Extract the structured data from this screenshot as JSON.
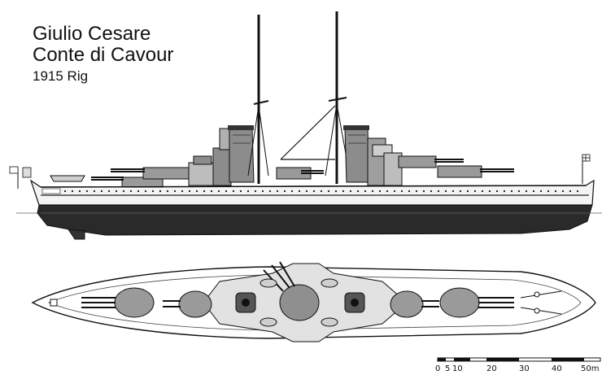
{
  "caption": {
    "line1": "Giulio Cesare",
    "line2": "Conte di Cavour",
    "line3": "1915 Rig"
  },
  "scale_bar": {
    "labels": [
      "0",
      "5",
      "10",
      "20",
      "30",
      "40",
      "50m"
    ]
  },
  "colors": {
    "ink": "#111111",
    "hull_dark": "#2a2a2a",
    "superstructure_gray": "#8c8c8c",
    "deck_light": "#e2e2e2",
    "turret_gray": "#9a9a9a"
  }
}
